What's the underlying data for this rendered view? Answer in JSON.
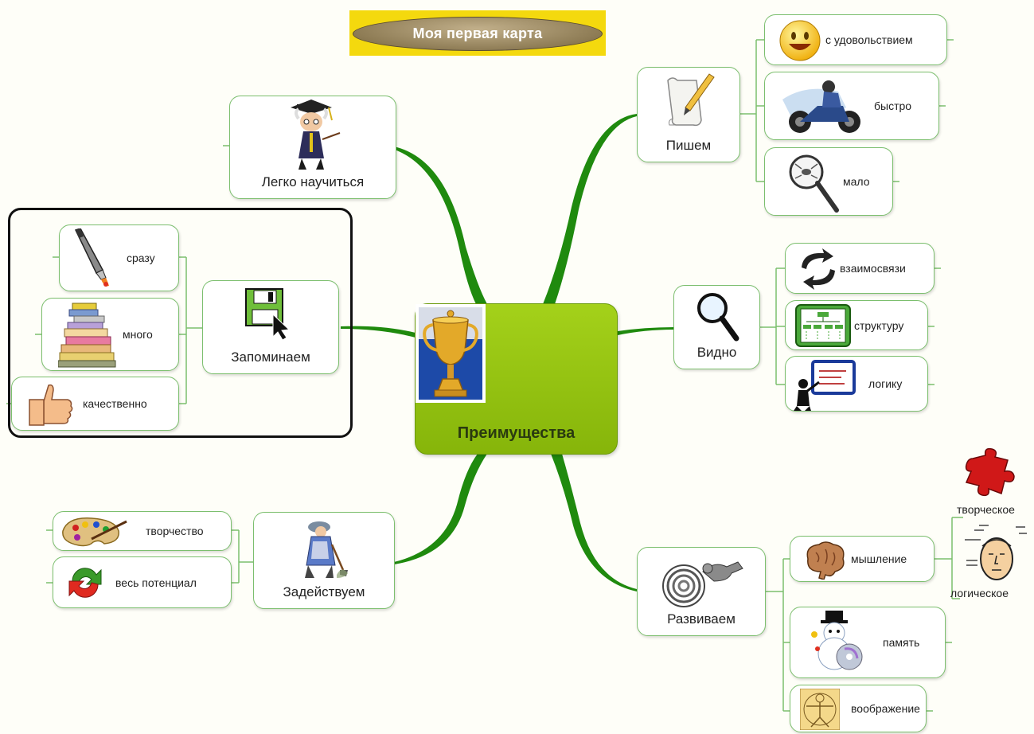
{
  "title": "Моя первая карта",
  "center": {
    "label": "Преимущества",
    "icon": "trophy-icon"
  },
  "branches": [
    {
      "id": "legko",
      "label": "Легко научиться",
      "icon": "professor-icon",
      "children": []
    },
    {
      "id": "zapominaem",
      "label": "Запоминаем",
      "icon": "floppy-disk-icon",
      "children": [
        {
          "id": "srazu",
          "label": "сразу",
          "icon": "pen-rocket-icon"
        },
        {
          "id": "mnogo",
          "label": "много",
          "icon": "books-stack-icon"
        },
        {
          "id": "kachestvenno",
          "label": "качественно",
          "icon": "thumbs-up-icon"
        }
      ]
    },
    {
      "id": "zadeystvuem",
      "label": "Задействуем",
      "icon": "gardener-icon",
      "children": [
        {
          "id": "tvorchestvo",
          "label": "творчество",
          "icon": "paint-palette-icon"
        },
        {
          "id": "potencial",
          "label": "весь потенциал",
          "icon": "refresh-arrows-icon"
        }
      ]
    },
    {
      "id": "pishem",
      "label": "Пишем",
      "icon": "scroll-pencil-icon",
      "children": [
        {
          "id": "udovolstvie",
          "label": "с удовольствием",
          "icon": "smiley-icon"
        },
        {
          "id": "bystro",
          "label": "быстро",
          "icon": "motorcycle-icon"
        },
        {
          "id": "malo",
          "label": "мало",
          "icon": "magnifier-fly-icon"
        }
      ]
    },
    {
      "id": "vidno",
      "label": "Видно",
      "icon": "magnifier-icon",
      "children": [
        {
          "id": "vzaimosvyazi",
          "label": "взаимосвязи",
          "icon": "cycle-arrows-icon"
        },
        {
          "id": "strukturu",
          "label": "структуру",
          "icon": "org-chart-icon"
        },
        {
          "id": "logiku",
          "label": "логику",
          "icon": "presenter-board-icon"
        }
      ]
    },
    {
      "id": "razvivaem",
      "label": "Развиваем",
      "icon": "cat-whirl-icon",
      "children": [
        {
          "id": "myshlenie",
          "label": "мышление",
          "icon": "brain-icon"
        },
        {
          "id": "pamyat",
          "label": "память",
          "icon": "snowman-cd-icon"
        },
        {
          "id": "voobrazhenie",
          "label": "воображение",
          "icon": "vitruvian-man-icon"
        }
      ]
    }
  ],
  "thinking": {
    "creative_label": "творческое",
    "logical_label": "логическое",
    "creative_icon": "puzzle-piece-icon",
    "logical_icon": "thinking-head-icon"
  },
  "colors": {
    "branch": "#1f8a0e",
    "connector": "#7cbf6e",
    "center_fill": "#98c716",
    "title_bar": "#f4d90e"
  }
}
